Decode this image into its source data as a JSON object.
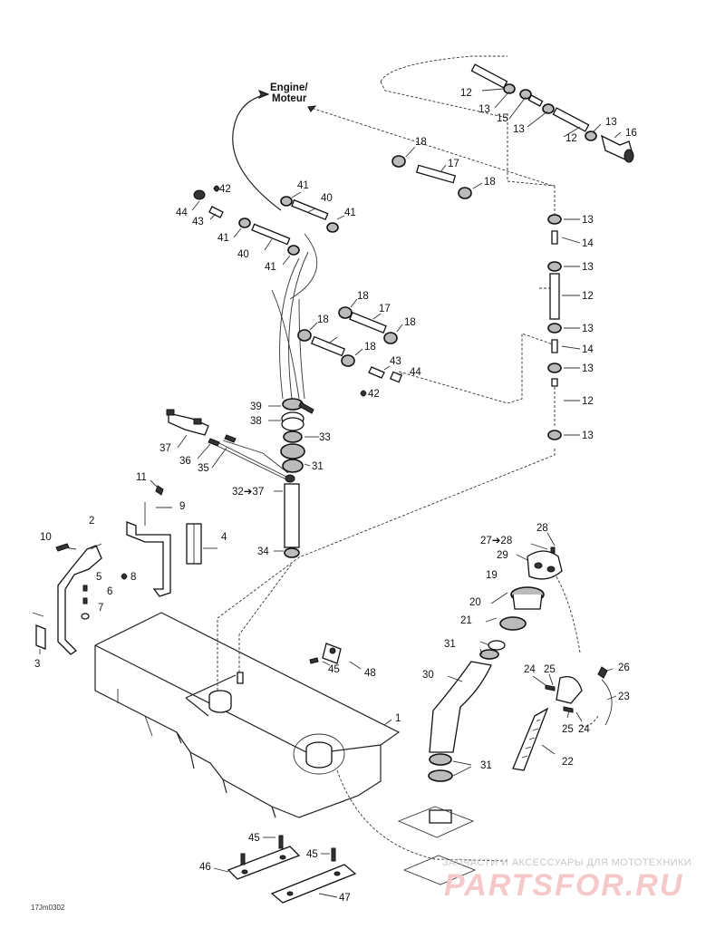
{
  "diagram": {
    "engine_label_line1": "Engine/",
    "engine_label_line2": "Moteur",
    "figure_code": "17Jm0302",
    "watermark": {
      "top_text": "ЗАПЧАСТИ И АКСЕССУАРЫ ДЛЯ МОТОТЕХНИКИ",
      "logo_text": "PARTSFOR.RU"
    },
    "labels": {
      "l1": "1",
      "l2": "2",
      "l3": "3",
      "l4": "4",
      "l5": "5",
      "l6": "6",
      "l7": "7",
      "l8": "8",
      "l9": "9",
      "l10": "10",
      "l11": "11",
      "l12a": "12",
      "l12b": "12",
      "l12c": "12",
      "l12d": "12",
      "l13a": "13",
      "l13b": "13",
      "l13c": "13",
      "l13d": "13",
      "l13e": "13",
      "l13f": "13",
      "l13g": "13",
      "l13h": "13",
      "l14a": "14",
      "l14b": "14",
      "l15": "15",
      "l16": "16",
      "l17a": "17",
      "l17b": "17",
      "l18a": "18",
      "l18b": "18",
      "l18c": "18",
      "l18d": "18",
      "l18e": "18",
      "l18f": "18",
      "l19": "19",
      "l20": "20",
      "l21": "21",
      "l22": "22",
      "l23": "23",
      "l24a": "24",
      "l24b": "24",
      "l25a": "25",
      "l25b": "25",
      "l26": "26",
      "l27": "27➔28",
      "l28": "28",
      "l29": "29",
      "l30": "30",
      "l31a": "31",
      "l31b": "31",
      "l31c": "31",
      "l32": "32➔37",
      "l33": "33",
      "l34": "34",
      "l35": "35",
      "l36": "36",
      "l37": "37",
      "l38": "38",
      "l39": "39",
      "l40a": "40",
      "l40b": "40",
      "l41a": "41",
      "l41b": "41",
      "l41c": "41",
      "l41d": "41",
      "l42a": "42",
      "l42b": "42",
      "l43a": "43",
      "l43b": "43",
      "l44a": "44",
      "l44b": "44",
      "l45a": "45",
      "l45b": "45",
      "l45c": "45",
      "l46": "46",
      "l47": "47",
      "l48": "48"
    }
  }
}
